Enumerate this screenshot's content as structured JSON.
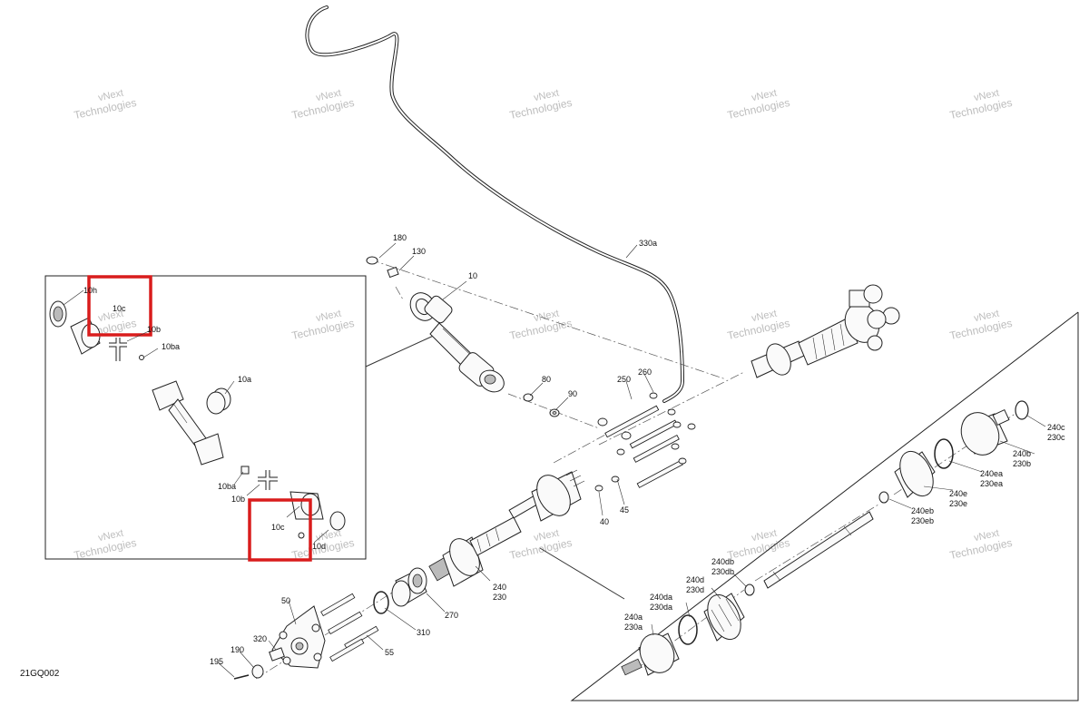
{
  "diagram_id": "21GQ002",
  "watermark": {
    "line1": "vNext",
    "line2": "Technologies"
  },
  "callouts": {
    "c180": "180",
    "c130": "130",
    "c10": "10",
    "c330a": "330a",
    "c80": "80",
    "c90": "90",
    "c250": "250",
    "c260": "260",
    "c40": "40",
    "c45": "45",
    "c240": "240",
    "c230": "230",
    "c270": "270",
    "c310": "310",
    "c50": "50",
    "c55": "55",
    "c320": "320",
    "c190": "190",
    "c195": "195"
  },
  "inset_callouts": {
    "c10h": "10h",
    "c10c_top": "10c",
    "c10b_top": "10b",
    "c10ba_top": "10ba",
    "c10a": "10a",
    "c10ba_bot": "10ba",
    "c10b_bot": "10b",
    "c10c_bot": "10c",
    "c10d": "10d"
  },
  "exploded_callouts": {
    "c240c": "240c",
    "c230c": "230c",
    "c240b": "240b",
    "c230b": "230b",
    "c240ea": "240ea",
    "c230ea": "230ea",
    "c240e": "240e",
    "c230e": "230e",
    "c240eb": "240eb",
    "c230eb": "230eb",
    "c240db": "240db",
    "c230db": "230db",
    "c240d": "240d",
    "c230d": "230d",
    "c240da": "240da",
    "c230da": "230da",
    "c240a": "240a",
    "c230a": "230a"
  },
  "colors": {
    "highlight": "#d91c1c",
    "watermark": "#bdbdbd",
    "line": "#222222"
  }
}
